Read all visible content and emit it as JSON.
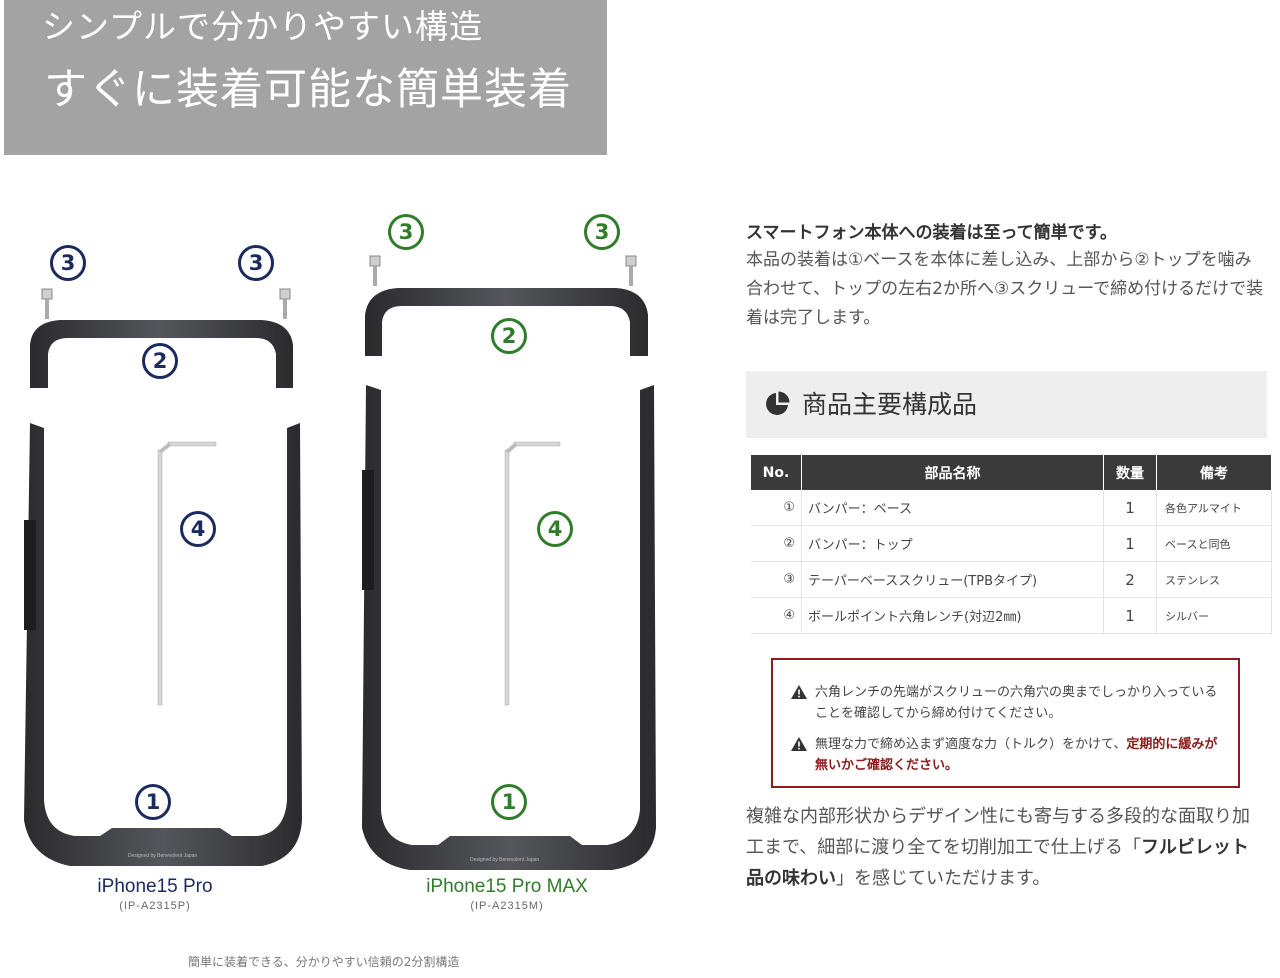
{
  "banner": {
    "line1": "シンプルで分かりやすい構造",
    "line2": "すぐに装着可能な簡単装着"
  },
  "figure": {
    "left_model": {
      "name": "iPhone15 Pro",
      "code": "(IP-A2315P)",
      "color": "#1c2a5e"
    },
    "right_model": {
      "name": "iPhone15 Pro MAX",
      "code": "(IP-A2315M)",
      "color": "#2f7d2a"
    },
    "markers": {
      "base": "1",
      "top": "2",
      "screw": "3",
      "wrench": "4"
    },
    "engraving": "Designed by Benevolent Japan",
    "caption": "簡単に装着できる、分かりやすい信頼の2分割構造"
  },
  "intro": {
    "heading": "スマートフォン本体への装着は至って簡単です。",
    "body": "本品の装着は①ベースを本体に差し込み、上部から②トップを噛み合わせて、トップの左右2か所へ③スクリューで締め付けるだけで装着は完了します。"
  },
  "section": {
    "title": "商品主要構成品",
    "icon": "pie-chart-icon"
  },
  "parts_table": {
    "headers": [
      "No.",
      "部品名称",
      "数量",
      "備考"
    ],
    "rows": [
      {
        "no": "①",
        "name": "バンパー：ベース",
        "qty": "1",
        "note": "各色アルマイト"
      },
      {
        "no": "②",
        "name": "バンパー：トップ",
        "qty": "1",
        "note": "ベースと同色"
      },
      {
        "no": "③",
        "name": "テーパーベーススクリュー(TPBタイプ)",
        "qty": "2",
        "note": "ステンレス"
      },
      {
        "no": "④",
        "name": "ボールポイント六角レンチ(対辺2㎜)",
        "qty": "1",
        "note": "シルバー"
      }
    ]
  },
  "caution": {
    "item1": "六角レンチの先端がスクリューの六角穴の奥までしっかり入っていることを確認してから締め付けてください。",
    "item2_plain": "無理な力で締め込まず適度な力（トルク）をかけて、",
    "item2_bold": "定期的に緩みが無いかご確認ください。",
    "border_color": "#8b1c1c"
  },
  "bottom": {
    "text1": "複雑な内部形状からデザイン性にも寄与する多段的な面取り加工まで、細部に渡り全てを切削加工で仕上げる「",
    "bold": "フルビレット品の味わい",
    "text2": "」を感じていただけます。"
  }
}
